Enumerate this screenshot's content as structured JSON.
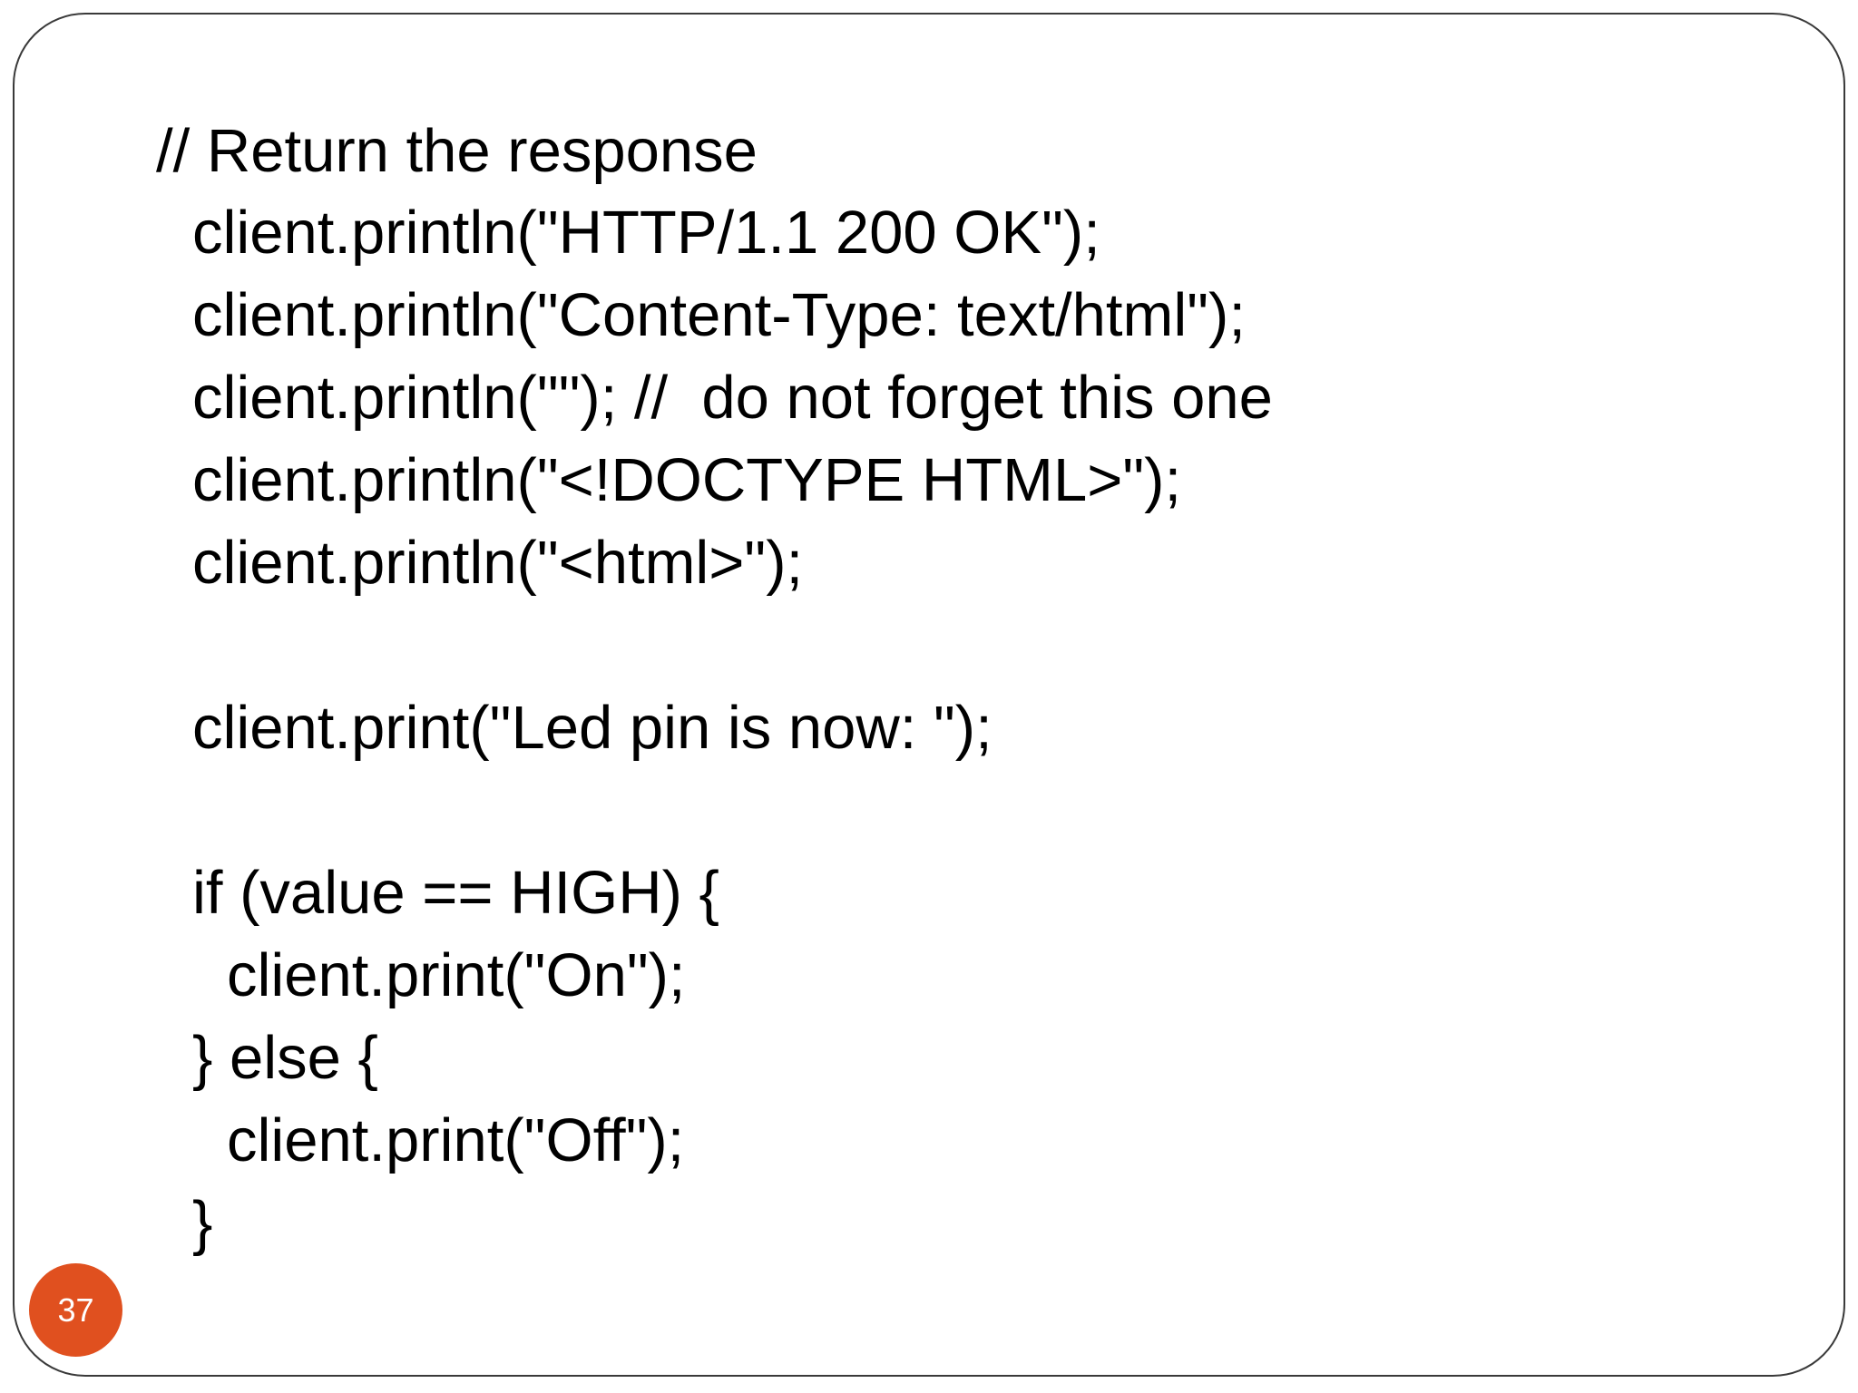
{
  "slide": {
    "page_number": "37",
    "accent_color": "#e0501f",
    "code_lines": [
      "// Return the response",
      "client.println(\"HTTP/1.1 200 OK\");",
      "client.println(\"Content-Type: text/html\");",
      "client.println(\"\"); //  do not forget this one",
      "client.println(\"<!DOCTYPE HTML>\");",
      "client.println(\"<html>\");",
      "client.print(\"Led pin is now: \");",
      "if (value == HIGH) {",
      "client.print(\"On\");",
      "} else {",
      "client.print(\"Off\");",
      "}"
    ]
  }
}
